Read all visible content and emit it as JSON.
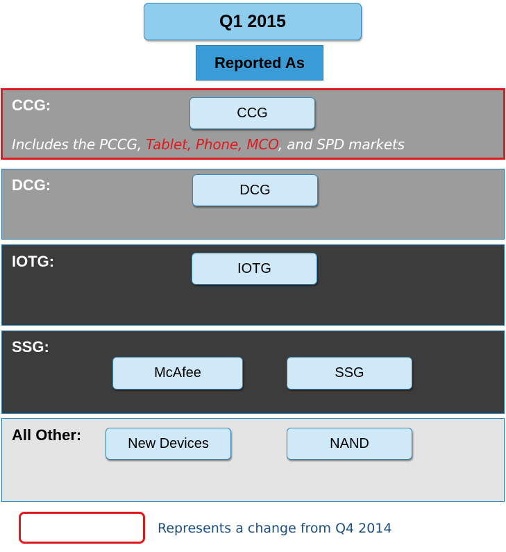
{
  "header": {
    "title": "Q1 2015",
    "subtitle": "Reported As"
  },
  "segments": {
    "ccg": {
      "label": "CCG:",
      "boxes": [
        "CCG"
      ],
      "note_prefix": "Includes the PCCG, ",
      "note_changed": "Tablet, Phone, MCO",
      "note_suffix": ", and SPD markets"
    },
    "dcg": {
      "label": "DCG:",
      "boxes": [
        "DCG"
      ]
    },
    "iotg": {
      "label": "IOTG:",
      "boxes": [
        "IOTG"
      ]
    },
    "ssg": {
      "label": "SSG:",
      "boxes": [
        "McAfee",
        "SSG"
      ]
    },
    "all_other": {
      "label": "All Other:",
      "boxes": [
        "New Devices",
        "NAND"
      ]
    }
  },
  "legend": {
    "text": "Represents a change from Q4 2014"
  },
  "colors": {
    "change_highlight": "#e0191f",
    "header_light_blue": "#8fcdee",
    "header_blue": "#3a9cd6",
    "pill_fill": "#cfe9f8",
    "band_gray": "#9c9c9c",
    "band_dark": "#3c3c3c",
    "band_light": "#e4e4e4",
    "legend_text": "#1d4f80"
  }
}
